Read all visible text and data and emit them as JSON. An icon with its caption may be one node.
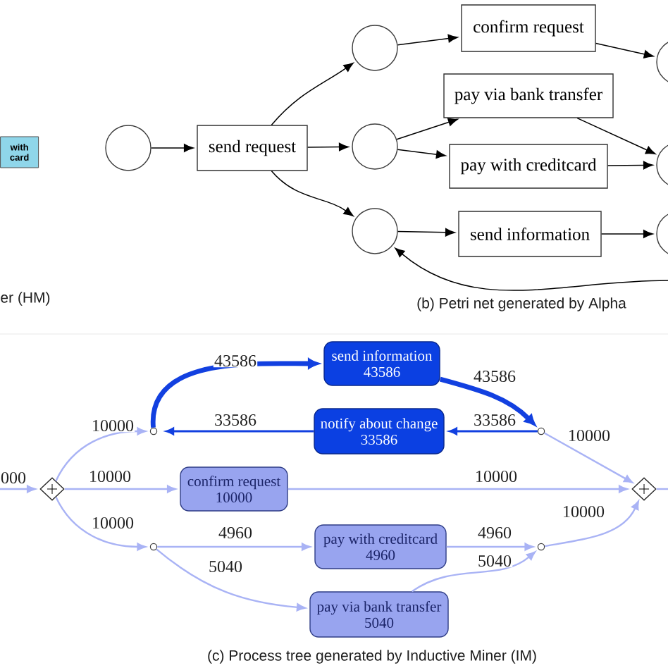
{
  "diagram": {
    "nodes": [
      {
        "text": [
          "with card"
        ]
      },
      {
        "text": [],
        "shape": "circle"
      },
      {
        "text": [
          "send request"
        ]
      },
      {
        "text": [],
        "shape": "circle"
      },
      {
        "text": [],
        "shape": "circle"
      },
      {
        "text": [],
        "shape": "circle"
      },
      {
        "text": [
          "confirm request"
        ]
      },
      {
        "text": [
          "pay via bank transfer"
        ]
      },
      {
        "text": [
          "pay with creditcard"
        ]
      },
      {
        "text": [
          "send information"
        ]
      },
      {
        "text": [],
        "shape": "circle"
      },
      {
        "text": [],
        "shape": "circle"
      },
      {
        "text": [],
        "shape": "circle"
      },
      {
        "text": [],
        "shape": "diamond"
      },
      {
        "text": [],
        "shape": "circle"
      },
      {
        "text": [
          "send information",
          "43586"
        ]
      },
      {
        "text": [
          "notify about change",
          "33586"
        ]
      },
      {
        "text": [
          "confirm request",
          "10000"
        ]
      },
      {
        "text": [],
        "shape": "circle"
      },
      {
        "text": [
          "pay with creditcard",
          "4960"
        ]
      },
      {
        "text": [
          "pay via bank transfer",
          "5040"
        ]
      },
      {
        "text": [],
        "shape": "circle"
      },
      {
        "text": [],
        "shape": "circle"
      },
      {
        "text": [],
        "shape": "diamond"
      }
    ],
    "edges": [
      {
        "from": 1,
        "to": 2,
        "arrow": "to"
      },
      {
        "from": 2,
        "to": 3,
        "arrow": "to"
      },
      {
        "from": 2,
        "to": 4,
        "arrow": "to"
      },
      {
        "from": 2,
        "to": 5,
        "arrow": "to"
      },
      {
        "from": 3,
        "to": 6,
        "arrow": "to"
      },
      {
        "from": 4,
        "to": 7,
        "arrow": "to"
      },
      {
        "from": 4,
        "to": 8,
        "arrow": "to"
      },
      {
        "from": 5,
        "to": 9,
        "arrow": "to"
      },
      {
        "from": 6,
        "to": 10,
        "arrow": "to"
      },
      {
        "from": 7,
        "to": 11,
        "arrow": "to"
      },
      {
        "from": 8,
        "to": 11,
        "arrow": "to"
      },
      {
        "from": 9,
        "to": 12,
        "arrow": "to"
      },
      {
        "from": null,
        "to": 5,
        "arrow": "to"
      },
      {
        "from": null,
        "to": 13,
        "arrow": "to",
        "label": "000",
        "color": "#a9b3f5"
      },
      {
        "from": 13,
        "to": 14,
        "arrow": "to",
        "label": "10000",
        "color": "#a9b3f5"
      },
      {
        "from": 13,
        "to": 17,
        "arrow": "to",
        "label": "10000",
        "color": "#a9b3f5"
      },
      {
        "from": 13,
        "to": 18,
        "arrow": "to",
        "label": "10000",
        "color": "#a9b3f5"
      },
      {
        "from": 14,
        "to": 15,
        "arrow": "to",
        "label": "43586",
        "style": "thick",
        "color": "#1240e0"
      },
      {
        "from": 15,
        "to": 21,
        "arrow": "to",
        "label": "43586",
        "style": "thick",
        "color": "#1240e0"
      },
      {
        "from": 21,
        "to": 16,
        "arrow": "to",
        "label": "33586",
        "color": "#1240e0"
      },
      {
        "from": 16,
        "to": 14,
        "arrow": "to",
        "label": "33586",
        "color": "#1240e0"
      },
      {
        "from": 21,
        "to": 23,
        "arrow": "to",
        "label": "10000",
        "color": "#a9b3f5"
      },
      {
        "from": 17,
        "to": 23,
        "arrow": "to",
        "label": "10000",
        "color": "#a9b3f5"
      },
      {
        "from": 22,
        "to": 23,
        "arrow": "to",
        "label": "10000",
        "color": "#a9b3f5"
      },
      {
        "from": 18,
        "to": 19,
        "arrow": "to",
        "label": "4960",
        "color": "#a9b3f5"
      },
      {
        "from": 18,
        "to": 20,
        "arrow": "to",
        "label": "5040",
        "color": "#a9b3f5"
      },
      {
        "from": 19,
        "to": 22,
        "arrow": "to",
        "label": "4960",
        "color": "#a9b3f5"
      },
      {
        "from": 20,
        "to": 22,
        "arrow": "to",
        "label": "5040",
        "color": "#a9b3f5"
      },
      {
        "from": 23,
        "to": null,
        "arrow": "none",
        "color": "#a9b3f5"
      }
    ],
    "labels": [
      "er (HM)",
      "(b) Petri net generated by Alpha",
      "(c) Process tree generated by Inductive Miner (IM)"
    ]
  }
}
